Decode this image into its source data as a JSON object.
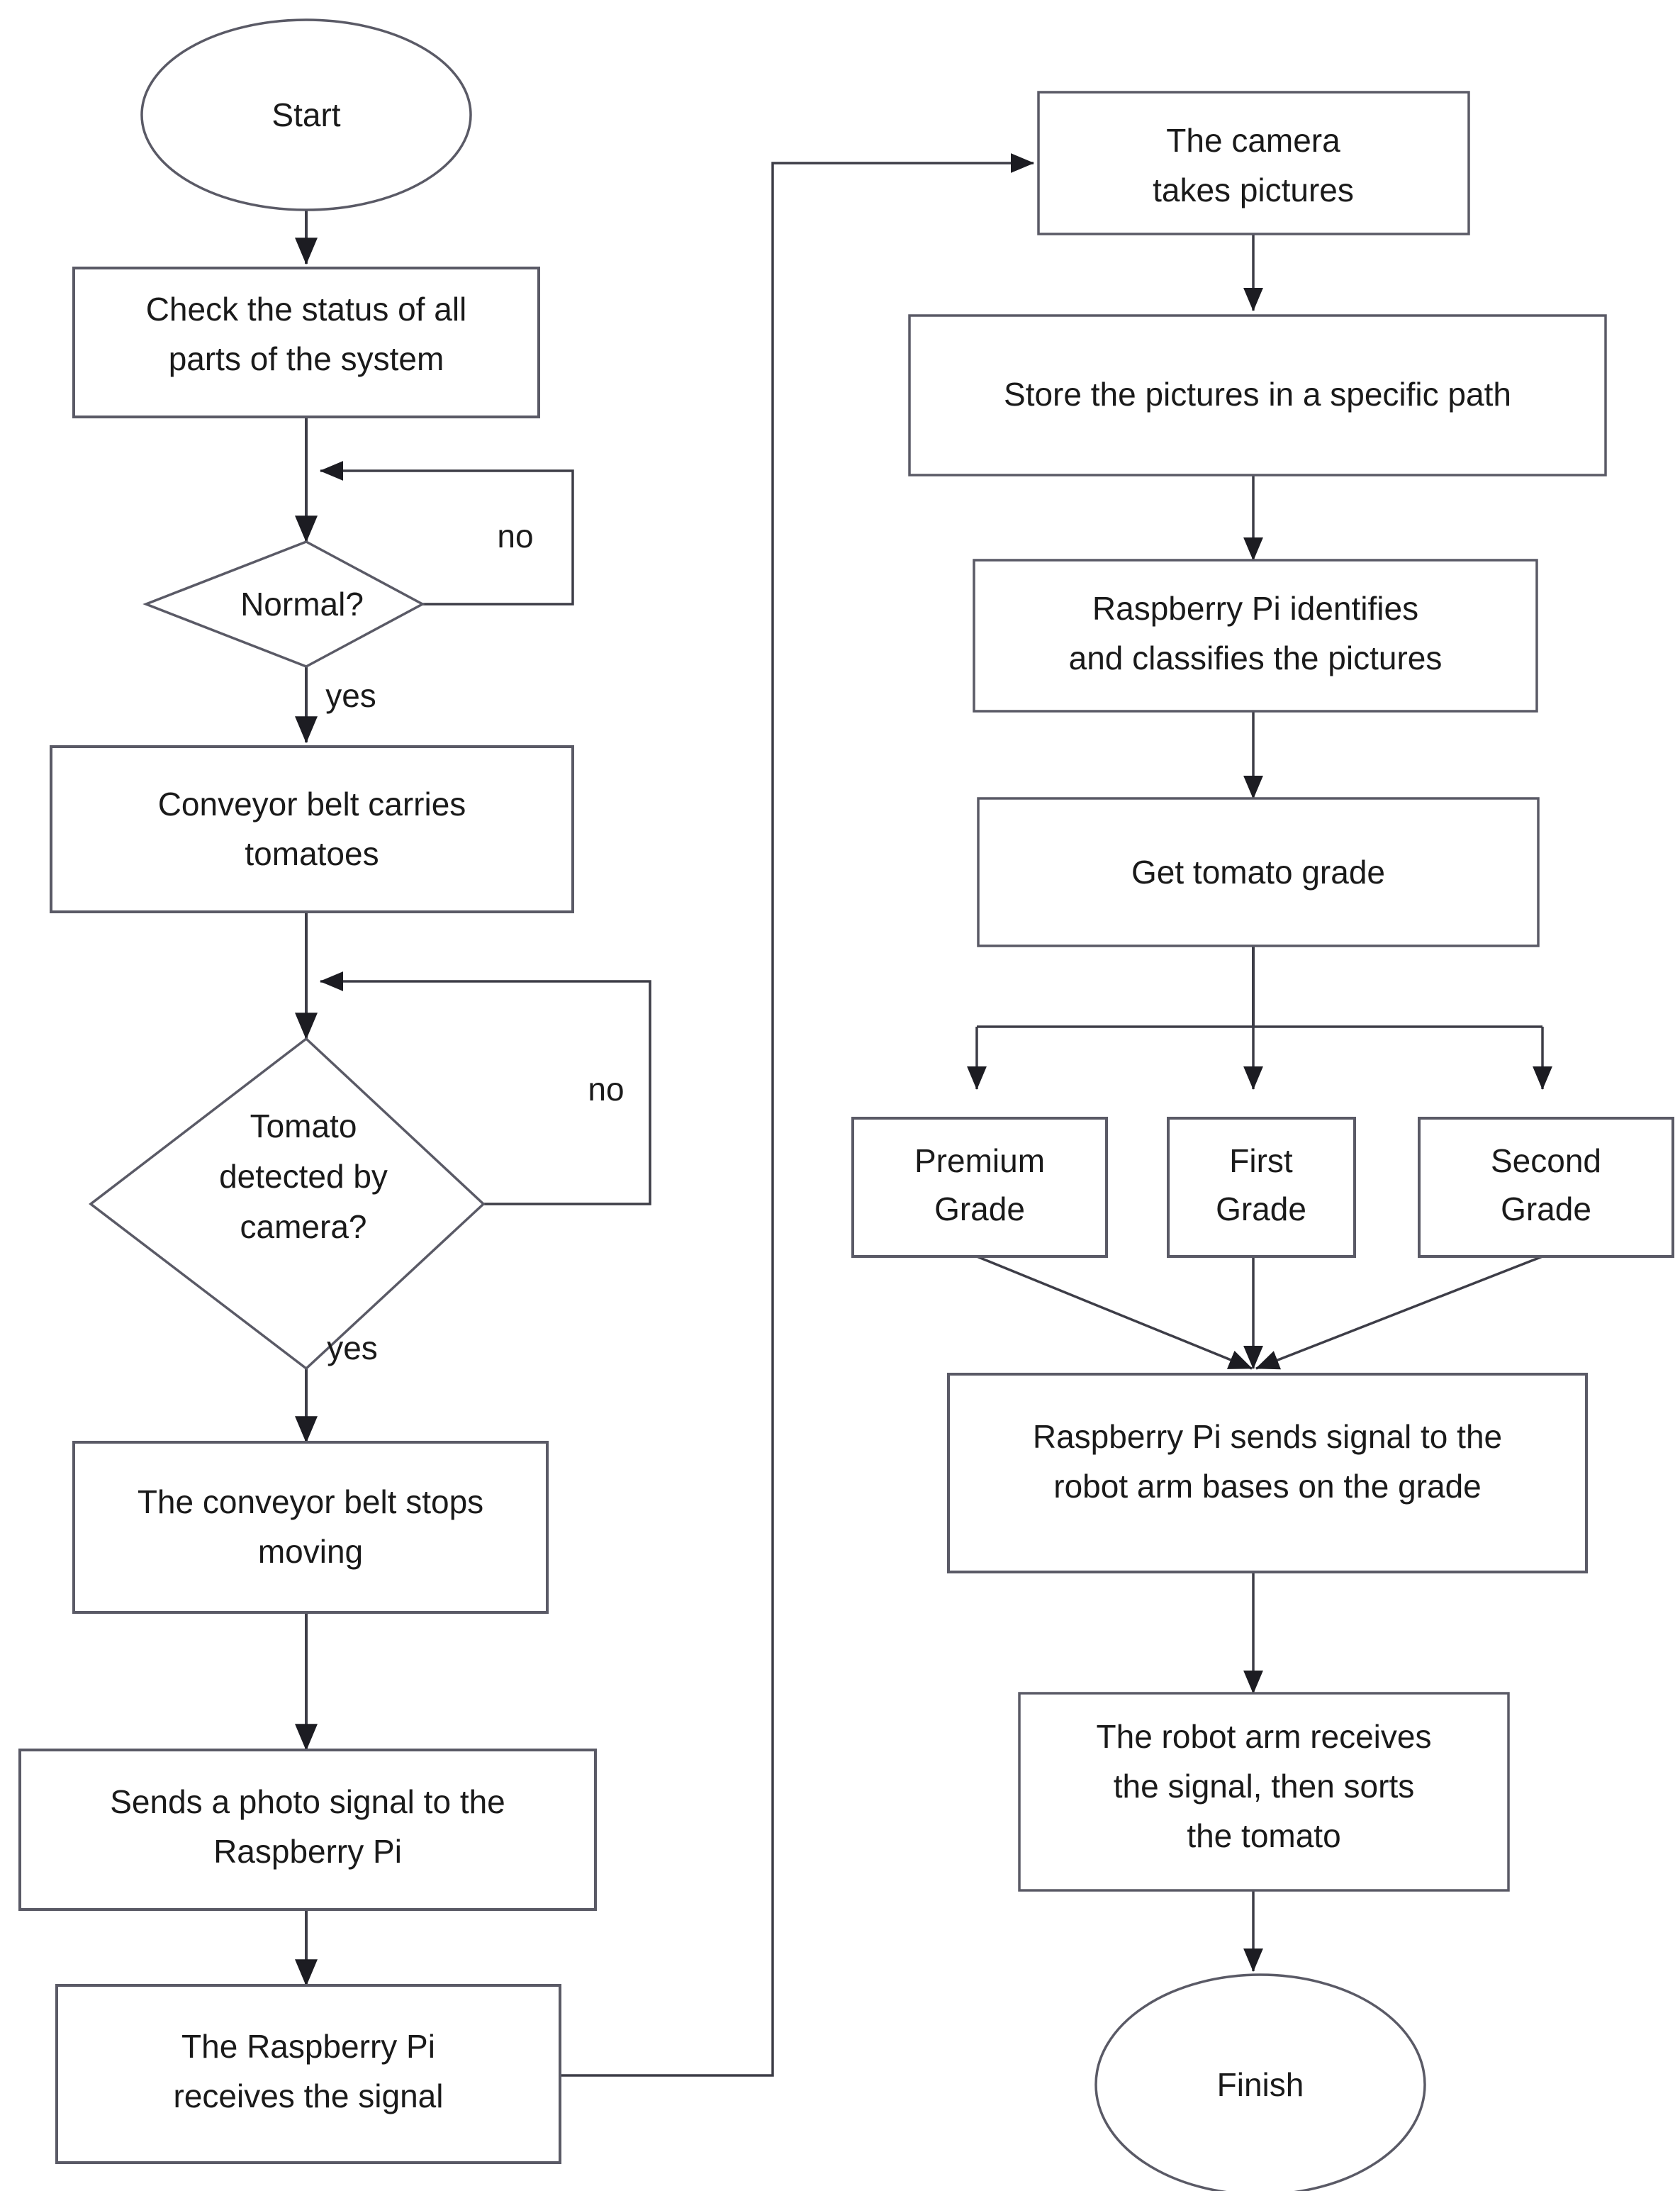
{
  "diagram": {
    "title": "Tomato sorting system flowchart",
    "colors": {
      "background": "#ffffff",
      "shape_stroke": "#5a5a66",
      "edge_stroke": "#3d3d47",
      "text": "#1a1a1a"
    },
    "nodes": {
      "start": {
        "label": "Start",
        "type": "terminator"
      },
      "check_status": {
        "line1": "Check the status of all",
        "line2": "parts of the system",
        "type": "process"
      },
      "normal_decision": {
        "label": "Normal?",
        "type": "decision"
      },
      "conveyor_carries": {
        "line1": "Conveyor belt carries",
        "line2": "tomatoes",
        "type": "process"
      },
      "tomato_detected": {
        "line1": "Tomato",
        "line2": "detected by",
        "line3": "camera?",
        "type": "decision"
      },
      "belt_stops": {
        "line1": "The conveyor belt stops",
        "line2": "moving",
        "type": "process"
      },
      "send_photo_signal": {
        "line1": "Sends a photo signal to the",
        "line2": "Raspberry Pi",
        "type": "process"
      },
      "pi_receives": {
        "line1": "The Raspberry Pi",
        "line2": "receives the signal",
        "type": "process"
      },
      "camera_takes": {
        "line1": "The camera",
        "line2": "takes pictures",
        "type": "process"
      },
      "store_pictures": {
        "line1": "Store the pictures in a specific path",
        "type": "process"
      },
      "pi_identifies": {
        "line1": "Raspberry Pi identifies",
        "line2": "and classifies the pictures",
        "type": "process"
      },
      "get_grade": {
        "line1": "Get tomato grade",
        "type": "process"
      },
      "premium_grade": {
        "line1": "Premium",
        "line2": "Grade",
        "type": "process"
      },
      "first_grade": {
        "line1": "First",
        "line2": "Grade",
        "type": "process"
      },
      "second_grade": {
        "line1": "Second",
        "line2": "Grade",
        "type": "process"
      },
      "pi_sends_signal": {
        "line1": "Raspberry Pi sends signal to the",
        "line2": "robot arm bases on the grade",
        "type": "process"
      },
      "arm_sorts": {
        "line1": "The robot arm receives",
        "line2": "the signal,  then sorts",
        "line3": "the tomato",
        "type": "process"
      },
      "finish": {
        "label": "Finish",
        "type": "terminator"
      }
    },
    "edge_labels": {
      "normal_no": "no",
      "normal_yes": "yes",
      "detected_no": "no",
      "detected_yes": "yes"
    }
  }
}
